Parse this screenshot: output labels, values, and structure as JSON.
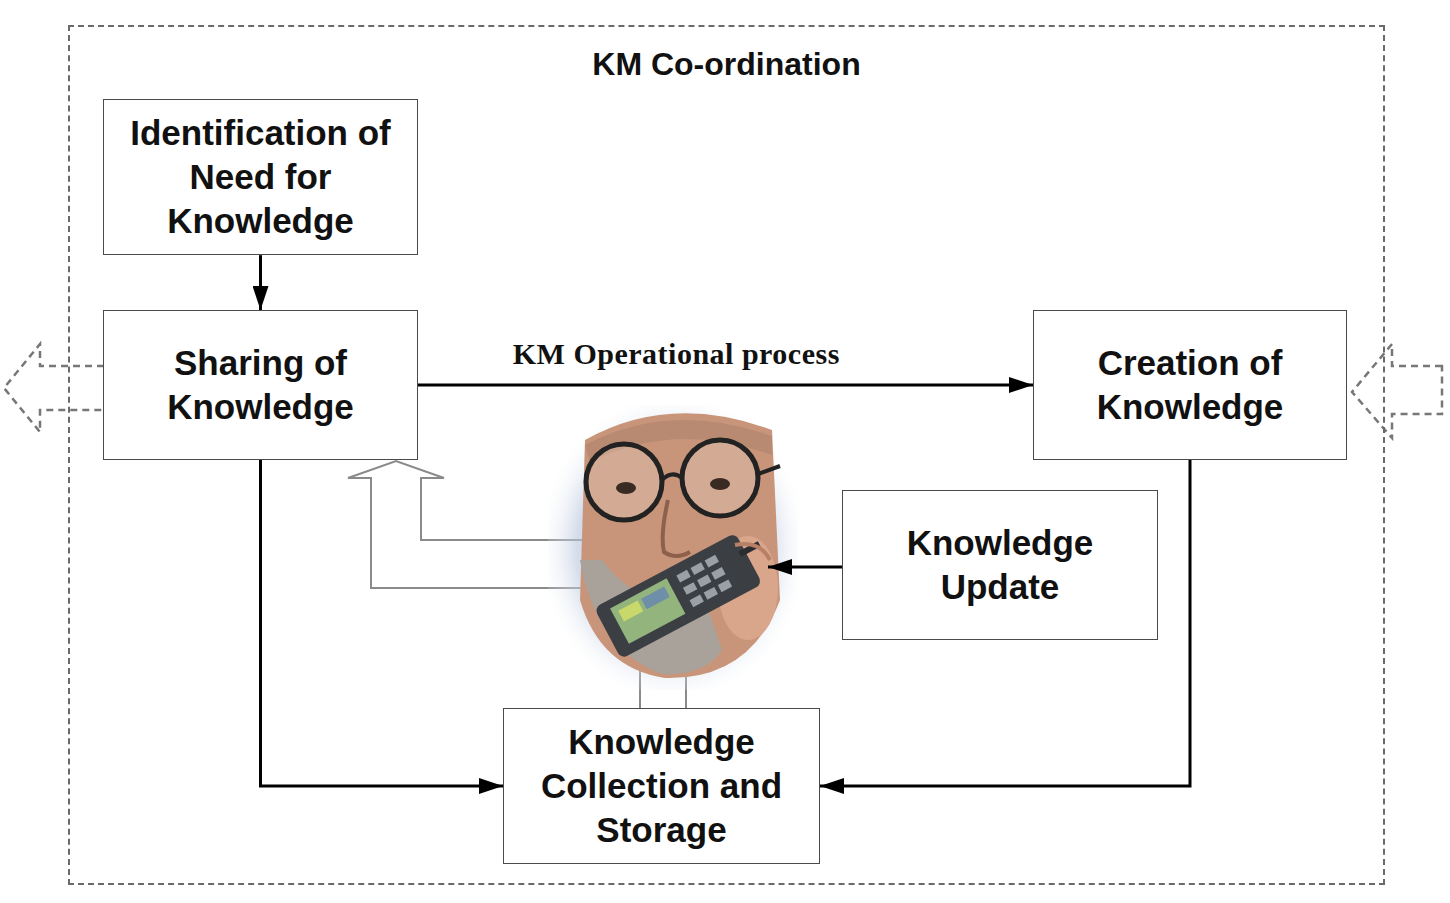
{
  "diagram": {
    "nodes": [
      {
        "text": [
          "KM Co-ordination"
        ]
      },
      {
        "text": [
          "Identification of Need for Knowledge"
        ],
        "in": 0
      },
      {
        "text": [
          "Sharing of Knowledge"
        ],
        "in": 0
      },
      {
        "text": [
          "Creation of Knowledge"
        ],
        "in": 0
      },
      {
        "text": [
          "Knowledge Update"
        ],
        "in": 0
      },
      {
        "text": [
          "Knowledge Collection and Storage"
        ],
        "in": 0
      }
    ],
    "edges": [
      {
        "from": 1,
        "to": 2,
        "arrow": "to"
      },
      {
        "from": 2,
        "to": 3,
        "label": "KM Operational process",
        "arrow": "to"
      },
      {
        "from": 2,
        "to": 5,
        "arrow": "to"
      },
      {
        "from": 3,
        "to": 5,
        "arrow": "to"
      }
    ]
  }
}
